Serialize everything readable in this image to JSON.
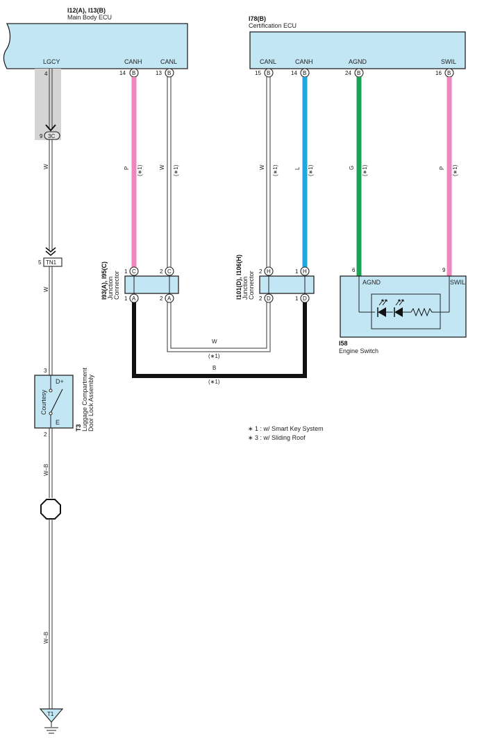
{
  "components": {
    "main_body_ecu": {
      "ref": "I12(A), I13(B)",
      "name": "Main Body ECU",
      "pins": {
        "lgcy": "LGCY",
        "canh": "CANH",
        "canl": "CANL"
      },
      "pin_nums": {
        "lgcy": "4",
        "canh": "14",
        "canl": "13"
      },
      "pin_conn": "B"
    },
    "certification_ecu": {
      "ref": "I78(B)",
      "name": "Certification ECU",
      "pins": {
        "canl": "CANL",
        "canh": "CANH",
        "agnd": "AGND",
        "swil": "SWIL"
      },
      "pin_nums": {
        "canl": "15",
        "canh": "14",
        "agnd": "24",
        "swil": "16"
      },
      "pin_conn": "B"
    },
    "junction_1": {
      "ref": "I93(A), I95(C)",
      "line1": "Junction",
      "line2": "Connector",
      "top_pins": [
        "1",
        "2"
      ],
      "top_conn": "C",
      "bot_pins": [
        "1",
        "2"
      ],
      "bot_conn": "A"
    },
    "junction_2": {
      "ref": "I101(D), I106(H)",
      "line1": "Junction",
      "line2": "Connector",
      "top_pins": [
        "2",
        "1"
      ],
      "top_conn": "H",
      "bot_pins": [
        "2",
        "1"
      ],
      "bot_conn": "D"
    },
    "engine_switch": {
      "ref": "I58",
      "name": "Engine Switch",
      "pin_labels": {
        "agnd": "AGND",
        "swil": "SWIL"
      },
      "pin_nums": {
        "agnd": "6",
        "swil": "9"
      }
    },
    "door_lock": {
      "ref": "T3",
      "line1": "Luggage Compartment",
      "line2": "Door Lock Assembly",
      "switch_label": "Courtesy",
      "pin_top_label": "D+",
      "pin_bot_label": "E",
      "pin_top": "3",
      "pin_bot": "2"
    },
    "connector_3c": {
      "pin": "9",
      "label": "3C"
    },
    "connector_tn1": {
      "pin": "5",
      "label": "TN1"
    },
    "ground_t1": {
      "label": "T1"
    }
  },
  "wires": {
    "lgcy_w": "W",
    "tn1_w": "W",
    "wb_1": "W–B",
    "wb_2": "W–B",
    "canh_p": "P",
    "canl_w": "W",
    "cert_canl_w": "W",
    "cert_canh_l": "L",
    "agnd_g": "G",
    "swil_p": "P",
    "bottom_w": "W",
    "bottom_b": "B"
  },
  "notes": {
    "n1": "(∗1)",
    "legend_1": "∗ 1 : w/ Smart Key System",
    "legend_3": "∗ 3 : w/ Sliding Roof"
  },
  "colors": {
    "pink": "#ef87bf",
    "blue": "#1ea8e3",
    "green": "#18a454",
    "black": "#111111",
    "box": "#c2e6f4",
    "shade": "#d4d4d4"
  }
}
